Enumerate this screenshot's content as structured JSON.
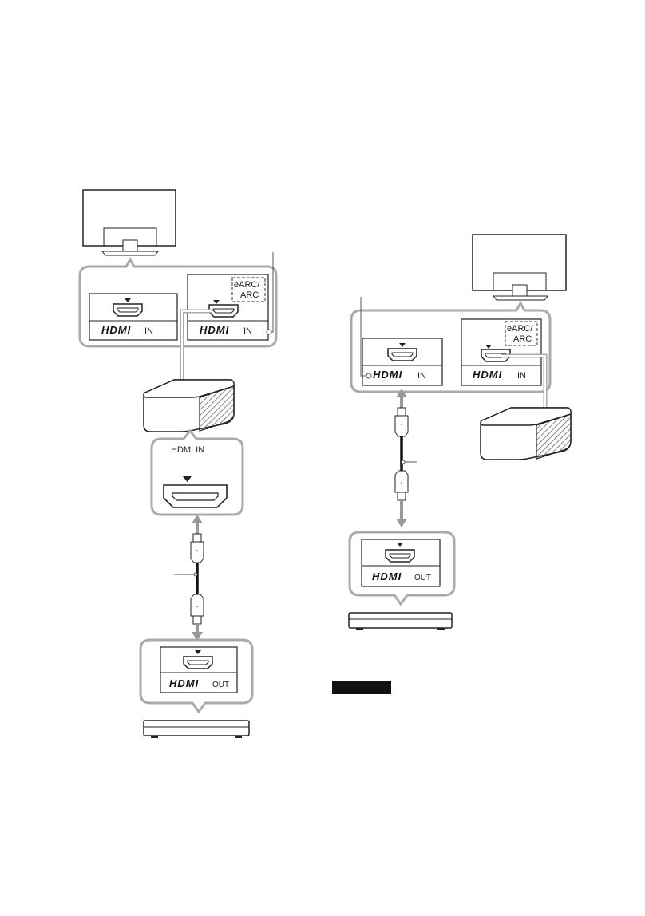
{
  "labels": {
    "earc_arc_line1": "eARC/",
    "earc_arc_line2": "ARC",
    "hdmi_logo": "HDMI",
    "port_in": "IN",
    "port_out": "OUT",
    "soundbar_hdmi_in": "HDMI IN"
  },
  "colors": {
    "stroke": "#222222",
    "callout_frame": "#aaaaaa",
    "arrow": "#999999",
    "note_label_bg": "#111111"
  },
  "icons": [
    "tv-icon",
    "soundbar-icon",
    "player-icon",
    "hdmi-port-icon",
    "hdmi-cable-icon"
  ]
}
